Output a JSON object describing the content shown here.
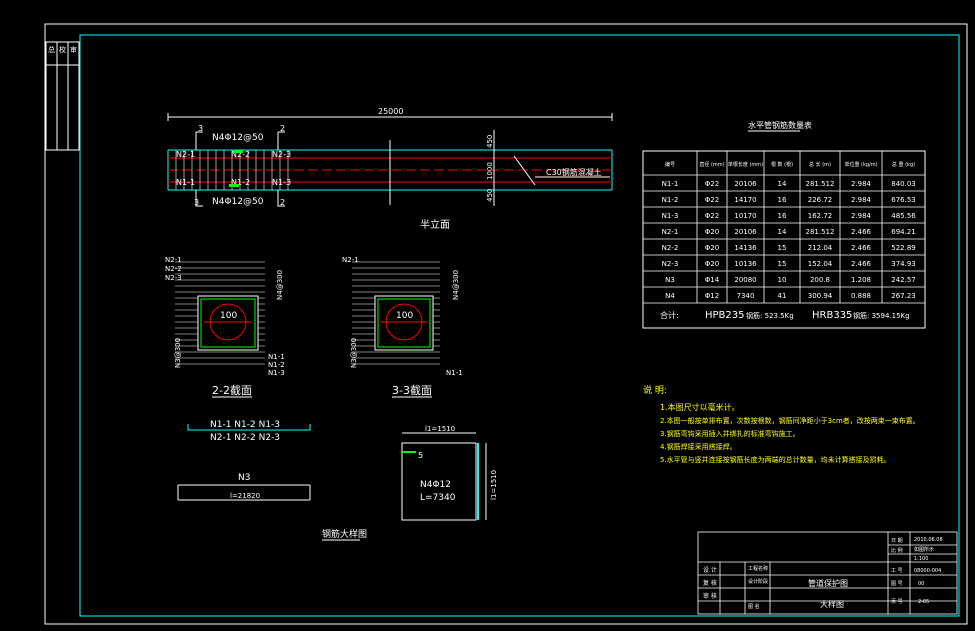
{
  "colors": {
    "background": "#000000",
    "white_line": "#ffffff",
    "cyan_line": "#00ffff",
    "red_line": "#ff0000",
    "green_mark": "#00ff00",
    "yellow_text": "#ffff00"
  },
  "left_stamp": [
    "总",
    "校",
    "审"
  ],
  "elevation": {
    "overall_dim": "25000",
    "top_rebar": "N4Φ12@50",
    "bottom_rebar": "N4Φ12@50",
    "cut_top_left": "3",
    "cut_top_right": "2",
    "cut_bot_left": "3",
    "cut_bot_right": "2",
    "top_bars": [
      "N2-1",
      "N2-2",
      "N2-3"
    ],
    "bot_bars": [
      "N1-1",
      "N1-2",
      "N1-3"
    ],
    "dims_right": [
      "450",
      "1000",
      "450"
    ],
    "pipe_label": "C30钢筋混凝土",
    "title": "半立面"
  },
  "section22": {
    "circle_label": "100",
    "tl_labels": [
      "N2-1",
      "N2-2",
      "N2-3"
    ],
    "br_labels": [
      "N1-1",
      "N1-2",
      "N1-3"
    ],
    "left_vert": "N3@300",
    "right_vert": "N4@300",
    "title": "2-2截面"
  },
  "section33": {
    "circle_label": "100",
    "tl_label": "N2-1",
    "br_label": "N1-1",
    "left_vert": "N3@300",
    "right_vert": "N4@300",
    "title": "3-3截面"
  },
  "bar_detail": {
    "top_labels": "N1-1 N1-2 N1-3",
    "bot_labels": "N2-1 N2-2 N2-3",
    "n3_label": "N3",
    "n3_len": "l=21820"
  },
  "n4_detail": {
    "top_dim": "l1=1510",
    "hook": "5",
    "label": "N4Φ12",
    "length": "L=7340",
    "right_dim": "l1=1510"
  },
  "bar_detail_title": "钢筋大样图",
  "table": {
    "title": "水平管钢筋数量表",
    "headers": [
      "编号",
      "直径 (mm)",
      "单根长度 (mm)",
      "根 数 (根)",
      "总 长 (m)",
      "单位重 (kg/m)",
      "总 重 (kg)"
    ],
    "rows": [
      [
        "N1-1",
        "Φ22",
        "20106",
        "14",
        "281.512",
        "2.984",
        "840.03"
      ],
      [
        "N1-2",
        "Φ22",
        "14170",
        "16",
        "226.72",
        "2.984",
        "676.53"
      ],
      [
        "N1-3",
        "Φ22",
        "10170",
        "16",
        "162.72",
        "2.984",
        "485.56"
      ],
      [
        "N2-1",
        "Φ20",
        "20106",
        "14",
        "281.512",
        "2.466",
        "694.21"
      ],
      [
        "N2-2",
        "Φ20",
        "14136",
        "15",
        "212.04",
        "2.466",
        "522.89"
      ],
      [
        "N2-3",
        "Φ20",
        "10136",
        "15",
        "152.04",
        "2.466",
        "374.93"
      ],
      [
        "N3",
        "Φ14",
        "20080",
        "10",
        "200.8",
        "1.208",
        "242.57"
      ],
      [
        "N4",
        "Φ12",
        "7340",
        "41",
        "300.94",
        "0.888",
        "267.23"
      ]
    ],
    "total_label": "合计:",
    "total_hpb": "HPB235",
    "total_hpb_val": "钢筋: 523.5Kg",
    "total_hrb": "HRB335",
    "total_hrb_val": "钢筋: 3594.15Kg"
  },
  "notes": {
    "heading": "说 明:",
    "items": [
      "1.本图尺寸以毫米计。",
      "2.本图一般按单排布置，次数按根数，钢筋间净距小于3cm者，改按两束一束布置。",
      "3.钢筋弯钩采用插入并绑扎的标准弯钩施工。",
      "4.钢筋焊接采用搭接焊。",
      "5.水平管与竖井连接按钢筋长度为两端的总计数量，均未计算搭接及损耗。"
    ]
  },
  "title_block": {
    "rows_left": [
      "设 计",
      "复 核",
      "审 核"
    ],
    "sig_labels": [
      "工程名称",
      "设计阶段",
      "图 名"
    ],
    "drawing_name_1": "管道保护图",
    "drawing_name_2": "大样图",
    "right_keys": [
      "日 期",
      "比 例",
      "工 号",
      "图 号",
      "页 号"
    ],
    "right_vals": [
      "2010.06.08",
      "如图所示",
      "1:100",
      "08000-004",
      "00",
      "2-05"
    ]
  }
}
